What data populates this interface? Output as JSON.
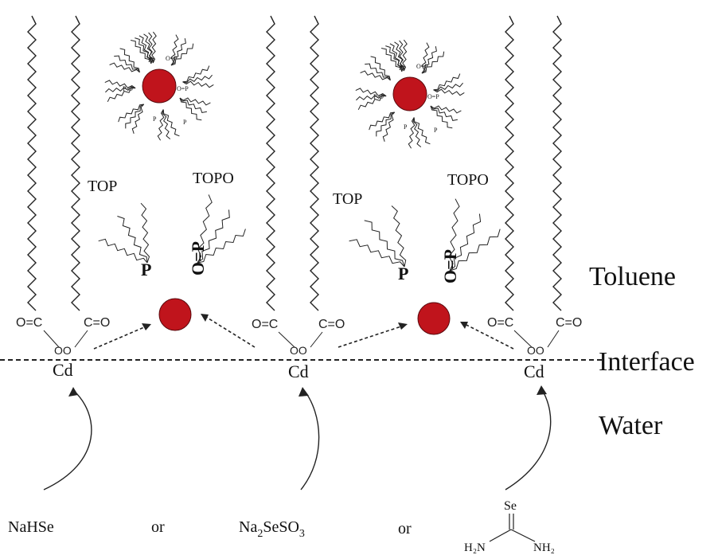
{
  "diagram": {
    "colors": {
      "quantum_dot": "#c0141c",
      "line": "#222222",
      "background": "#ffffff"
    },
    "phases": {
      "top": "Toluene",
      "middle": "Interface",
      "bottom": "Water"
    },
    "ligand_labels": {
      "top": "TOP",
      "topo": "TOPO",
      "p": "P",
      "po": "O=P"
    },
    "cd_groups": [
      {
        "metal": "Cd",
        "left_group": "O=C",
        "right_group": "C=O",
        "bond": "OO"
      },
      {
        "metal": "Cd",
        "left_group": "O=C",
        "right_group": "C=O",
        "bond": "OO"
      },
      {
        "metal": "Cd",
        "left_group": "O=C",
        "right_group": "C=O",
        "bond": "OO"
      }
    ],
    "precursors": {
      "first": "NaHSe",
      "or1": "or",
      "second_base": "Na",
      "second_sub": "2",
      "second_mid": "SeSO",
      "second_sub2": "3",
      "or2": "or",
      "thiourea_top": "Se",
      "thiourea_left": "H₂N",
      "thiourea_right": "NH₂"
    },
    "capped_dot_labels": {
      "p": "P",
      "po": "P-O",
      "op": "O=P"
    }
  }
}
